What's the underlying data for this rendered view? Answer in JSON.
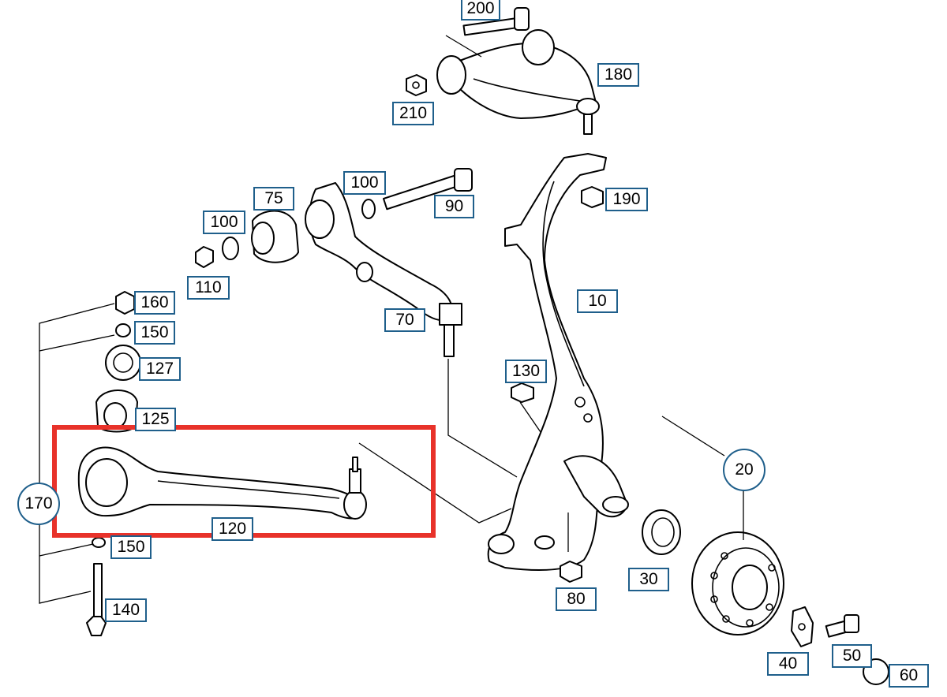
{
  "diagram": {
    "highlight_color": "#e8322a",
    "callout_border_color": "#1f5f8b",
    "callouts": {
      "p200": "200",
      "p180": "180",
      "p210": "210",
      "p190": "190",
      "p100a": "100",
      "p90": "90",
      "p75": "75",
      "p100b": "100",
      "p110": "110",
      "p70": "70",
      "p10": "10",
      "p160": "160",
      "p150a": "150",
      "p127": "127",
      "p125": "125",
      "p130": "130",
      "p170": "170",
      "p120": "120",
      "p150b": "150",
      "p140": "140",
      "p20": "20",
      "p30": "30",
      "p80": "80",
      "p40": "40",
      "p50": "50",
      "p60": "60"
    }
  }
}
